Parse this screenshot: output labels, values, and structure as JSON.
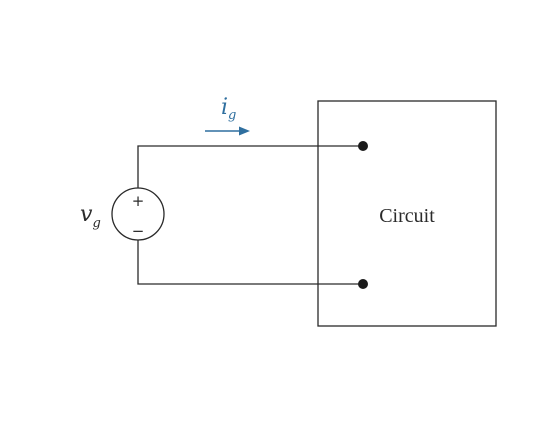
{
  "source": {
    "voltage_symbol": "v",
    "voltage_subscript": "g",
    "plus_sign": "+",
    "minus_sign": "−"
  },
  "current": {
    "symbol": "i",
    "subscript": "g"
  },
  "block": {
    "label": "Circuit"
  }
}
